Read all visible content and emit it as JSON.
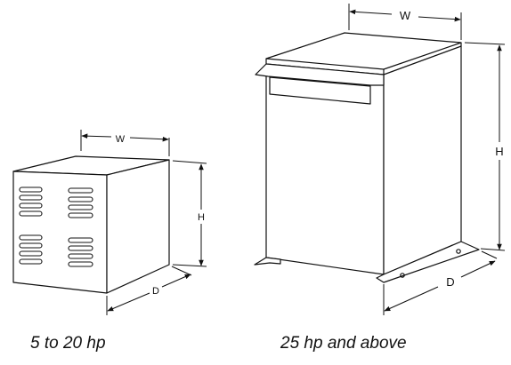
{
  "small_enclosure": {
    "dimensions": {
      "width": "W",
      "height": "H",
      "depth": "D"
    },
    "caption": "5 to 20 hp"
  },
  "large_enclosure": {
    "dimensions": {
      "width": "W",
      "height": "H",
      "depth": "D"
    },
    "caption": "25 hp and above"
  },
  "colors": {
    "line": "#111111",
    "background": "#ffffff"
  }
}
